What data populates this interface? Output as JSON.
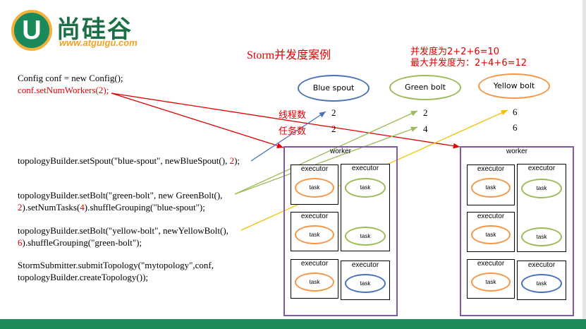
{
  "logo": {
    "letter": "U",
    "brand": "尚硅谷",
    "url": "www.atguigu.com"
  },
  "title": "Storm并发度案例",
  "parallelism": {
    "line1": "并发度为2+2+6=10",
    "line2": "最大并发度为：2+4+6=12"
  },
  "code": {
    "config1": "Config conf = new Config();",
    "config2": "conf.setNumWorkers(2);",
    "spout_a": "topologyBuilder.setSpout(\"blue-spout\", newBlueSpout(), ",
    "spout_b": "2",
    "spout_c": ");",
    "green_a": "topologyBuilder.setBolt(\"green-bolt\",  new GreenBolt(),",
    "green_b1": "2",
    "green_b2": ").setNumTasks(",
    "green_b3": "4",
    "green_b4": ").shuffleGrouping(\"blue-spout\");",
    "yellow_a": "topologyBuilder.setBolt(\"yellow-bolt\",  newYellowBolt(),",
    "yellow_b1": "6",
    "yellow_b2": ").shuffleGrouping(\"green-bolt\");",
    "submit1": "StormSubmitter.submitTopology(\"mytopology\",conf,",
    "submit2": "topologyBuilder.createTopology());"
  },
  "components": [
    {
      "label": "Blue spout",
      "color": "#4a72b8",
      "threads": "2",
      "tasks": "2"
    },
    {
      "label": "Green bolt",
      "color": "#9bbb59",
      "threads": "2",
      "tasks": "4"
    },
    {
      "label": "Yellow bolt",
      "color": "#f79646",
      "threads": "6",
      "tasks": "6"
    }
  ],
  "labels": {
    "threads": "线程数",
    "tasks": "任务数"
  },
  "workers": [
    {
      "label": "worker",
      "executors": [
        {
          "label": "executor",
          "tasks": [
            {
              "label": "task",
              "color": "#f79646"
            }
          ]
        },
        {
          "label": "executor",
          "tasks": [
            {
              "label": "task",
              "color": "#9bbb59"
            },
            {
              "label": "task",
              "color": "#9bbb59"
            }
          ]
        },
        {
          "label": "executor",
          "tasks": [
            {
              "label": "task",
              "color": "#f79646"
            }
          ]
        },
        {
          "label": "executor",
          "tasks": [
            {
              "label": "task",
              "color": "#f79646"
            }
          ]
        },
        {
          "label": "executor",
          "tasks": [
            {
              "label": "task",
              "color": "#4a72b8"
            }
          ]
        }
      ]
    },
    {
      "label": "worker",
      "executors": [
        {
          "label": "executor",
          "tasks": [
            {
              "label": "task",
              "color": "#f79646"
            }
          ]
        },
        {
          "label": "executor",
          "tasks": [
            {
              "label": "task",
              "color": "#9bbb59"
            },
            {
              "label": "task",
              "color": "#9bbb59"
            }
          ]
        },
        {
          "label": "executor",
          "tasks": [
            {
              "label": "task",
              "color": "#f79646"
            }
          ]
        },
        {
          "label": "executor",
          "tasks": [
            {
              "label": "task",
              "color": "#f79646"
            }
          ]
        },
        {
          "label": "executor",
          "tasks": [
            {
              "label": "task",
              "color": "#4a72b8"
            }
          ]
        }
      ]
    }
  ]
}
